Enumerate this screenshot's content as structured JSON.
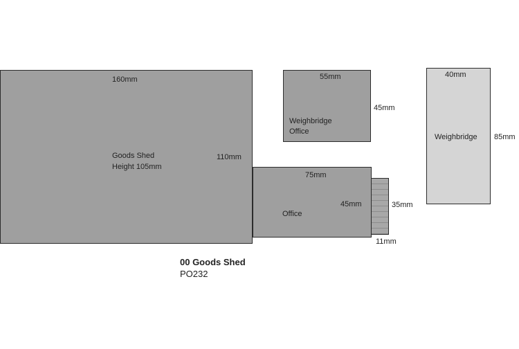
{
  "colors": {
    "building_fill": "#9f9f9f",
    "weighbridge_fill": "#d5d5d5",
    "outline": "#2b2b2b"
  },
  "goods_shed": {
    "width_label": "160mm",
    "depth_label": "110mm",
    "name": "Goods Shed",
    "height_label": "Height 105mm"
  },
  "weighbridge_office": {
    "width_label": "55mm",
    "depth_label": "45mm",
    "name_line1": "Weighbridge",
    "name_line2": "Office"
  },
  "weighbridge": {
    "width_label": "40mm",
    "depth_label": "85mm",
    "name": "Weighbridge"
  },
  "office": {
    "width_label": "75mm",
    "depth_label": "45mm",
    "name": "Office"
  },
  "steps": {
    "depth_label": "35mm",
    "width_label": "11mm"
  },
  "caption": {
    "title": "00 Goods Shed",
    "code": "PO232"
  }
}
